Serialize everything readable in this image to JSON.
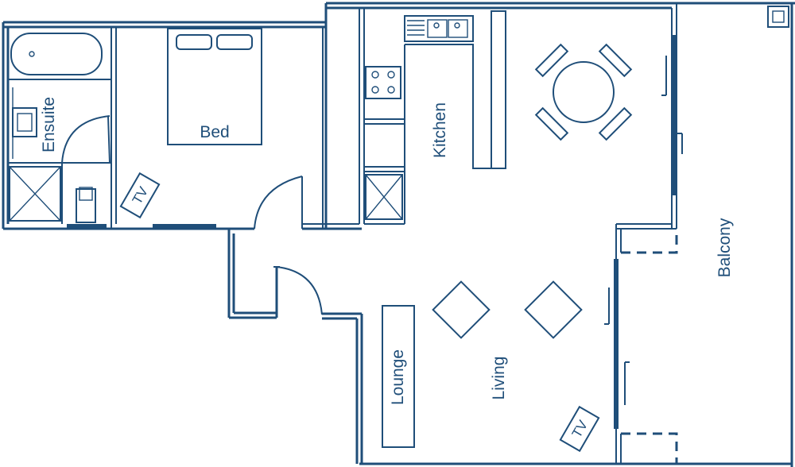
{
  "colors": {
    "line": "#1f4e79",
    "background": "#ffffff"
  },
  "rooms": {
    "ensuite": "Ensuite",
    "bed": "Bed",
    "kitchen": "Kitchen",
    "balcony": "Balcony",
    "living": "Living",
    "lounge": "Lounge"
  },
  "fixtures": {
    "tv_bedroom": "TV",
    "tv_living": "TV"
  }
}
